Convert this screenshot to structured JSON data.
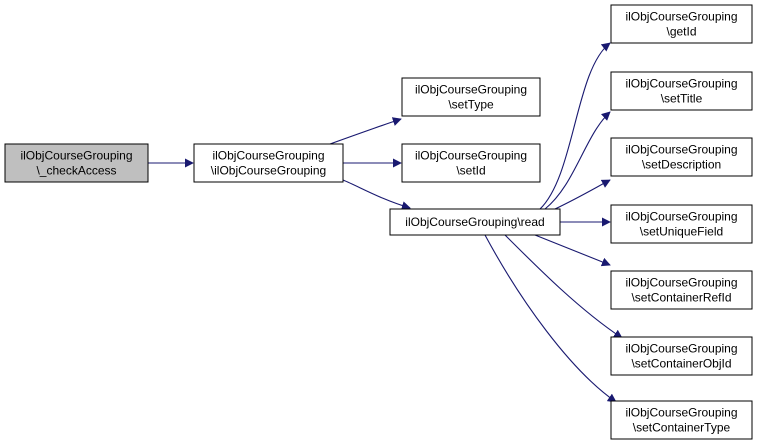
{
  "diagram": {
    "type": "call-graph",
    "colors": {
      "edge": "#191970",
      "node_fill": "#ffffff",
      "focus_fill": "#bfbfbf",
      "node_border": "#000000"
    },
    "nodes": [
      {
        "id": "check_access",
        "lines": [
          "ilObjCourseGrouping",
          "\\_checkAccess"
        ],
        "focus": true
      },
      {
        "id": "constructor",
        "lines": [
          "ilObjCourseGrouping",
          "\\ilObjCourseGrouping"
        ]
      },
      {
        "id": "set_type",
        "lines": [
          "ilObjCourseGrouping",
          "\\setType"
        ]
      },
      {
        "id": "set_id",
        "lines": [
          "ilObjCourseGrouping",
          "\\setId"
        ]
      },
      {
        "id": "read",
        "lines": [
          "ilObjCourseGrouping\\read"
        ]
      },
      {
        "id": "get_id",
        "lines": [
          "ilObjCourseGrouping",
          "\\getId"
        ]
      },
      {
        "id": "set_title",
        "lines": [
          "ilObjCourseGrouping",
          "\\setTitle"
        ]
      },
      {
        "id": "set_description",
        "lines": [
          "ilObjCourseGrouping",
          "\\setDescription"
        ]
      },
      {
        "id": "set_unique_field",
        "lines": [
          "ilObjCourseGrouping",
          "\\setUniqueField"
        ]
      },
      {
        "id": "set_container_ref_id",
        "lines": [
          "ilObjCourseGrouping",
          "\\setContainerRefId"
        ]
      },
      {
        "id": "set_container_obj_id",
        "lines": [
          "ilObjCourseGrouping",
          "\\setContainerObjId"
        ]
      },
      {
        "id": "set_container_type",
        "lines": [
          "ilObjCourseGrouping",
          "\\setContainerType"
        ]
      }
    ],
    "edges": [
      {
        "from": "check_access",
        "to": "constructor"
      },
      {
        "from": "constructor",
        "to": "set_type"
      },
      {
        "from": "constructor",
        "to": "set_id"
      },
      {
        "from": "constructor",
        "to": "read"
      },
      {
        "from": "read",
        "to": "get_id"
      },
      {
        "from": "read",
        "to": "set_title"
      },
      {
        "from": "read",
        "to": "set_description"
      },
      {
        "from": "read",
        "to": "set_unique_field"
      },
      {
        "from": "read",
        "to": "set_container_ref_id"
      },
      {
        "from": "read",
        "to": "set_container_obj_id"
      },
      {
        "from": "read",
        "to": "set_container_type"
      }
    ]
  }
}
